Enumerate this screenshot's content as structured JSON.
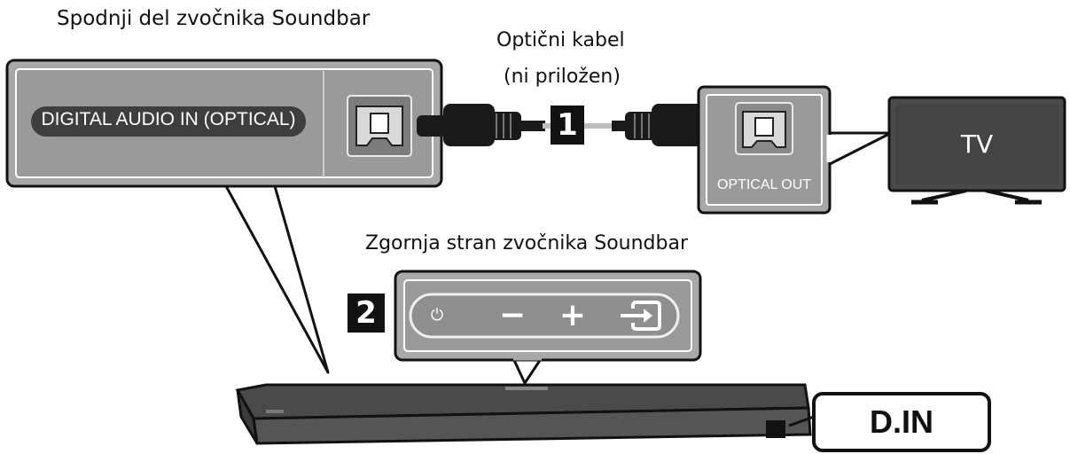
{
  "labels": {
    "bottom_side": "Spodnji del zvočnika Soundbar",
    "cable_line1": "Optični kabel",
    "cable_line2": "(ni priložen)",
    "top_side": "Zgornja stran zvočnika Soundbar"
  },
  "ports": {
    "digital_in": "DIGITAL AUDIO IN (OPTICAL)",
    "optical_out": "OPTICAL OUT"
  },
  "tv_label": "TV",
  "steps": {
    "step1": "1",
    "step2": "2"
  },
  "display_text": "D.IN",
  "buttons": {
    "power": "⏻",
    "minus": "−",
    "plus": "+",
    "source": "source"
  }
}
